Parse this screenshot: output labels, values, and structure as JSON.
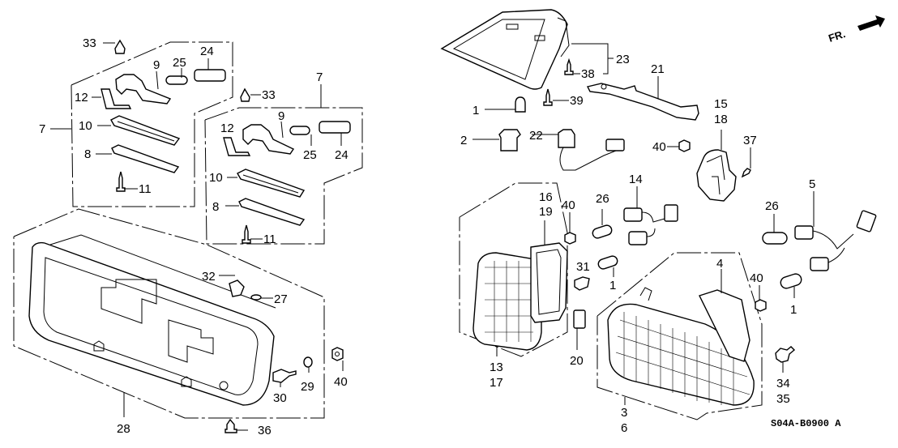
{
  "diagram": {
    "title": "Rear license / tail light exploded parts diagram",
    "diagram_code": "S04A-B0900 A",
    "direction_indicator": "FR.",
    "callouts": {
      "c33a": "33",
      "c24a": "24",
      "c25a": "25",
      "c9a": "9",
      "c12a": "12",
      "c7a": "7",
      "c10a": "10",
      "c8a": "8",
      "c11a": "11",
      "c33b": "33",
      "c7b": "7",
      "c12b": "12",
      "c9b": "9",
      "c25b": "25",
      "c24b": "24",
      "c10b": "10",
      "c8b": "8",
      "c11b": "11",
      "c32": "32",
      "c27": "27",
      "c40a": "40",
      "c29": "29",
      "c30": "30",
      "c28": "28",
      "c36": "36",
      "c23": "23",
      "c38": "38",
      "c21": "21",
      "c1a": "1",
      "c39": "39",
      "c2": "2",
      "c22": "22",
      "c40b": "40",
      "c15": "15",
      "c18": "18",
      "c37": "37",
      "c14": "14",
      "c16": "16",
      "c19": "19",
      "c40c": "40",
      "c26a": "26",
      "c31": "31",
      "c1b": "1",
      "c13": "13",
      "c17": "17",
      "c20": "20",
      "c4": "4",
      "c40d": "40",
      "c26b": "26",
      "c5": "5",
      "c1c": "1",
      "c34": "34",
      "c35": "35",
      "c3": "3",
      "c6": "6"
    }
  }
}
